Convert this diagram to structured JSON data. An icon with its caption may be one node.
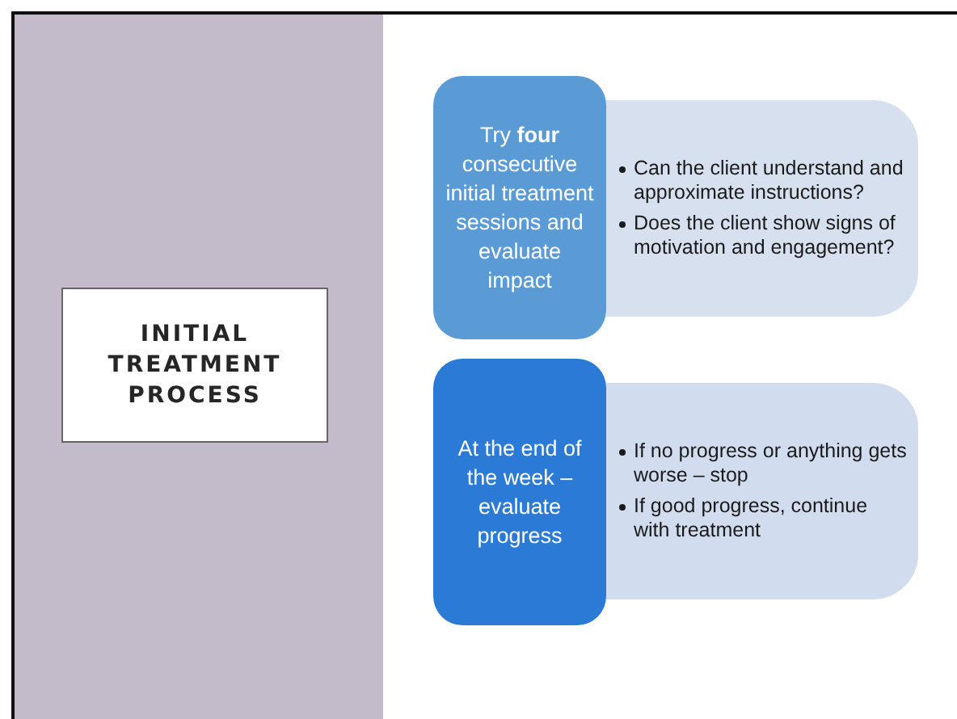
{
  "diagram": {
    "nodes": [
      {
        "text": [
          "INITIAL TREATMENT PROCESS"
        ]
      },
      {
        "text": [
          "Try **four** consecutive initial treatment sessions and evaluate impact"
        ]
      },
      {
        "text": [
          "Can the client understand and approximate instructions?",
          "Does the client show signs of motivation and engagement?"
        ]
      },
      {
        "text": [
          "At the end of the week – evaluate progress"
        ]
      },
      {
        "text": [
          "If no progress or anything gets worse – stop",
          "If good progress, continue with treatment"
        ]
      }
    ]
  }
}
